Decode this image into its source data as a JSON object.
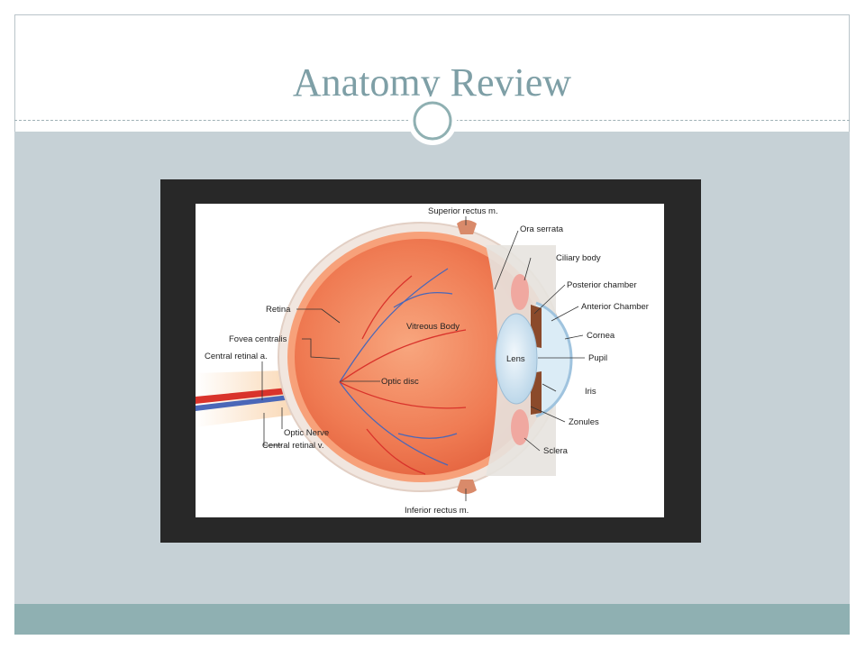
{
  "slide": {
    "title": "Anatomy Review"
  },
  "diagram": {
    "labels": {
      "superior_rectus": "Superior rectus m.",
      "ora_serrata": "Ora serrata",
      "ciliary_body": "Ciliary body",
      "posterior_chamber": "Posterior chamber",
      "anterior_chamber": "Anterior Chamber",
      "cornea": "Cornea",
      "pupil": "Pupil",
      "iris": "Iris",
      "zonules": "Zonules",
      "sclera": "Sclera",
      "inferior_rectus": "Inferior rectus m.",
      "retina": "Retina",
      "fovea_centralis": "Fovea centralis",
      "central_retinal_a": "Central retinal a.",
      "optic_nerve": "Optic Nerve",
      "central_retinal_v": "Central retinal v.",
      "vitreous_body": "Vitreous Body",
      "optic_disc": "Optic disc",
      "lens": "Lens"
    }
  }
}
